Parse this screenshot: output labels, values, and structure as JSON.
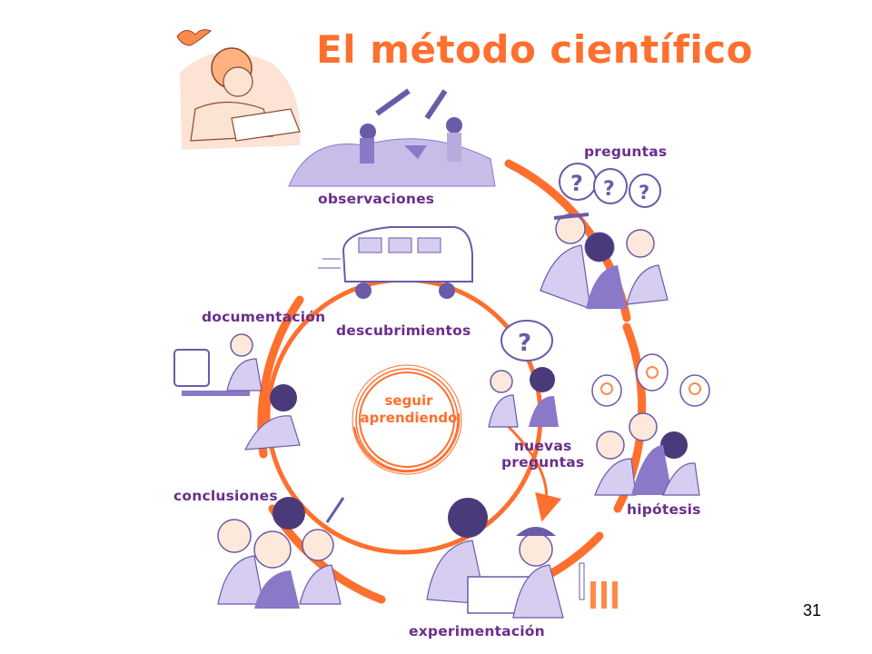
{
  "title": "El método científico",
  "stages": {
    "observaciones": "observaciones",
    "preguntas": "preguntas",
    "hipotesis": "hipótesis",
    "experimentacion": "experimentación",
    "conclusiones": "conclusiones",
    "documentacion": "documentación",
    "descubrimientos": "descubrimientos",
    "nuevas_preguntas": [
      "nuevas",
      "preguntas"
    ]
  },
  "center": [
    "seguir",
    "aprendiendo"
  ],
  "page_number": "31",
  "colors": {
    "accent_orange": "#ff6f2e",
    "text_purple": "#6a2e8c",
    "illustration_violet": "#8a78c8"
  },
  "illustrations": [
    "reading-student",
    "bird",
    "telescope-children",
    "questioning-people",
    "hypothesis-children",
    "experiment-children",
    "conclusion-children",
    "computer-documenter",
    "van",
    "wondering-children"
  ]
}
